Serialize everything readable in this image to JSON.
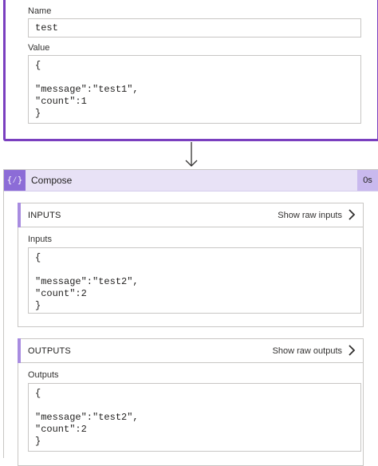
{
  "top_card": {
    "name_label": "Name",
    "name_value": "test",
    "value_label": "Value",
    "value_text": "{\n\n\"message\":\"test1\",\n\"count\":1\n}"
  },
  "compose": {
    "title": "Compose",
    "duration": "0s",
    "icon_glyph": "{⁄}",
    "inputs": {
      "header": "INPUTS",
      "raw_link": "Show raw inputs",
      "label": "Inputs",
      "value": "{\n\n\"message\":\"test2\",\n\"count\":2\n}"
    },
    "outputs": {
      "header": "OUTPUTS",
      "raw_link": "Show raw outputs",
      "label": "Outputs",
      "value": "{\n\n\"message\":\"test2\",\n\"count\":2\n}"
    }
  },
  "colors": {
    "accent": "#7a3fbf",
    "header_bg": "#e8e2f6",
    "icon_bg": "#8c6cd7"
  }
}
